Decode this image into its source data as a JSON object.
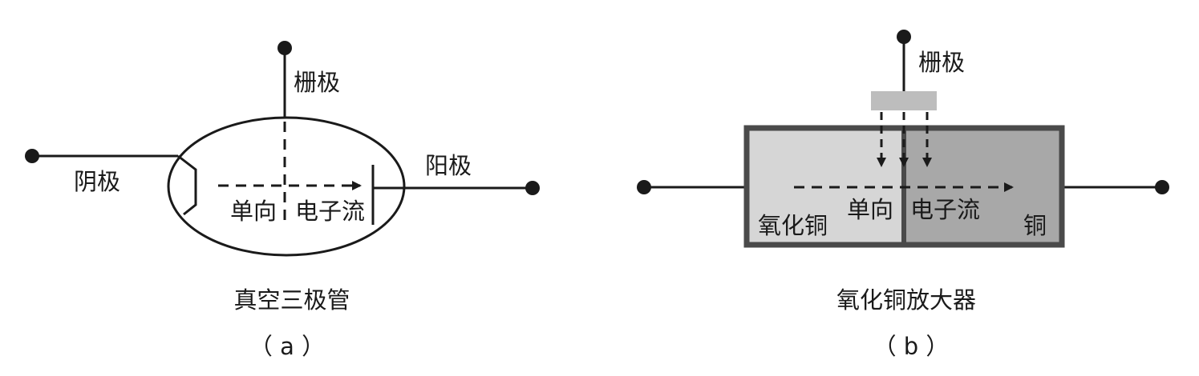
{
  "panel_a": {
    "grid_label": "栅极",
    "cathode_label": "阴极",
    "anode_label": "阳极",
    "flow_label_left": "单向",
    "flow_label_right": "电子流",
    "title": "真空三极管",
    "tag": "（ a ）"
  },
  "panel_b": {
    "grid_label": "栅极",
    "cuo_label": "氧化铜",
    "flow_label_left": "单向",
    "flow_label_right": "电子流",
    "cu_label": "铜",
    "title": "氧化铜放大器",
    "tag": "（ b ）"
  },
  "colors": {
    "line": "#1a1a1a",
    "cuo_fill": "#d6d6d6",
    "cu_fill": "#a8a8a8",
    "box_border": "#4a4a4a",
    "gate_plate": "#bdbdbd"
  }
}
